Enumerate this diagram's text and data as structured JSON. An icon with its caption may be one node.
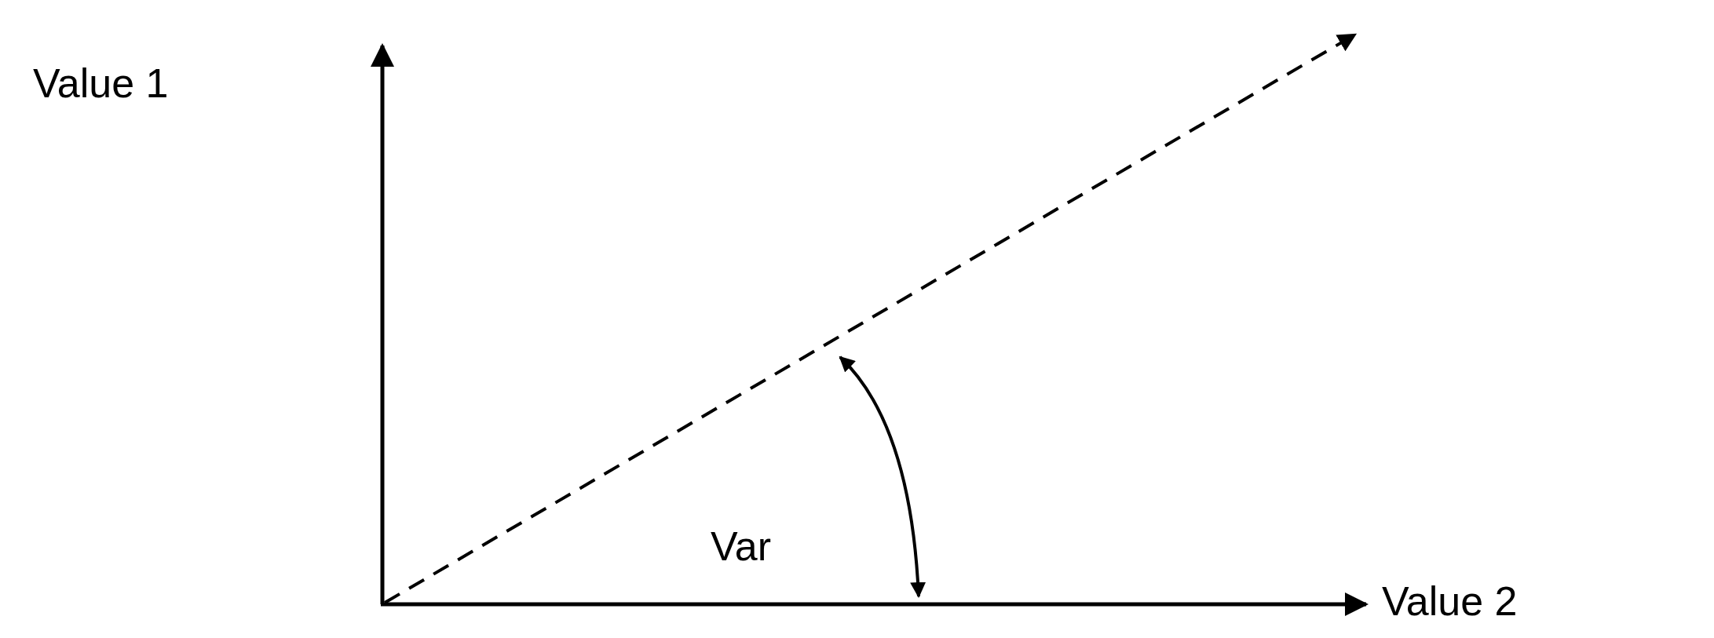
{
  "diagram": {
    "labels": [
      "Value 1",
      "Var",
      "Value 2"
    ]
  }
}
